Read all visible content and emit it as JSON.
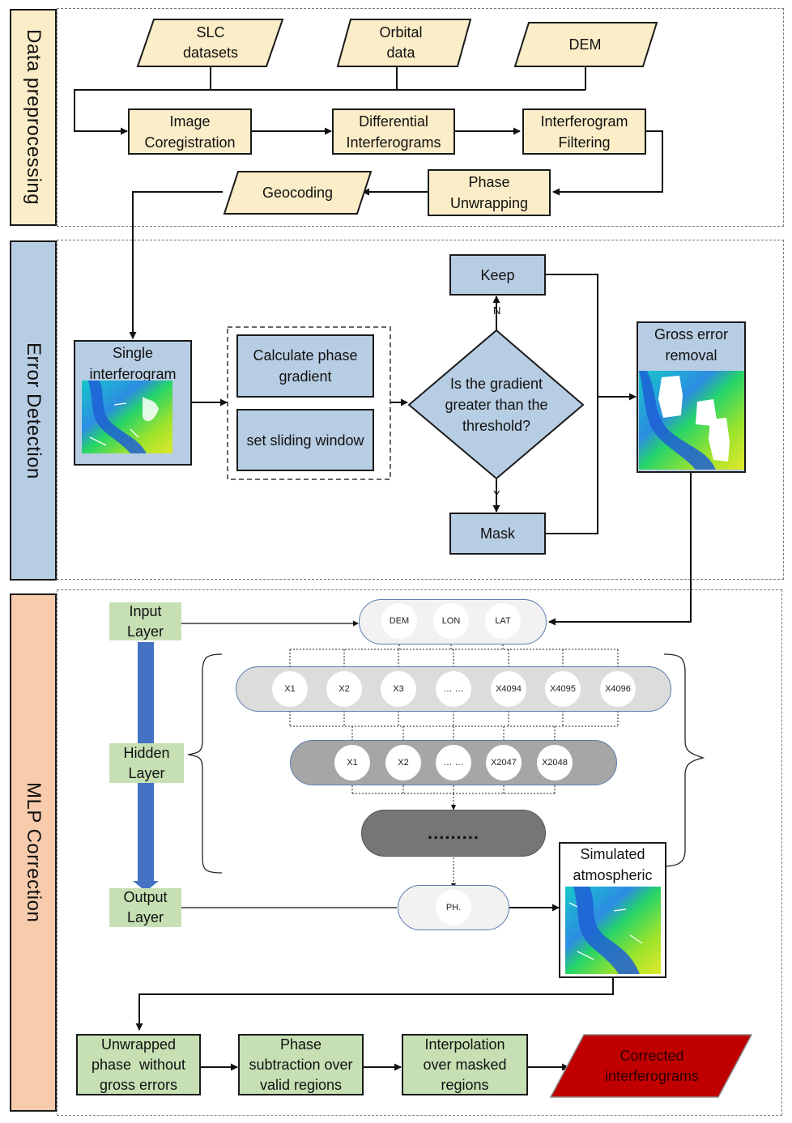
{
  "sections": {
    "preprocessing": "Data preprocessing",
    "error_detection": "Error Detection",
    "mlp_correction": "MLP Correction"
  },
  "inputs": {
    "slc": [
      "SLC",
      "datasets"
    ],
    "orbital": [
      "Orbital",
      "data"
    ],
    "dem": "DEM"
  },
  "prep_steps": {
    "coreg": [
      "Image",
      "Coregistration"
    ],
    "diff": [
      "Differential",
      "Interferograms"
    ],
    "filter": [
      "Interferogram",
      "Filtering"
    ],
    "unwrap": [
      "Phase",
      "Unwrapping"
    ],
    "geocoding": "Geocoding"
  },
  "error_steps": {
    "single": [
      "Single",
      "interferogram"
    ],
    "gradient": [
      "Calculate phase",
      "gradient"
    ],
    "window": "set sliding window",
    "decision": [
      "Is the gradient",
      "greater than the",
      "threshold?"
    ],
    "keep": "Keep",
    "mask": "Mask",
    "no": "N",
    "yes": "Y",
    "gross": [
      "Gross error",
      "removal"
    ]
  },
  "mlp": {
    "input_layer": [
      "Input",
      "Layer"
    ],
    "hidden_layer": [
      "Hidden",
      "Layer"
    ],
    "output_layer": [
      "Output",
      "Layer"
    ],
    "input_nodes": [
      "DEM",
      "LON",
      "LAT"
    ],
    "hidden1_nodes": [
      "X1",
      "X2",
      "X3",
      "… …",
      "X4094",
      "X4095",
      "X4096"
    ],
    "hidden2_nodes": [
      "X1",
      "X2",
      "… …",
      "X2047",
      "X2048"
    ],
    "hidden_more": ".........",
    "output_node": "PH.",
    "simulated": [
      "Simulated",
      "atmospheric"
    ]
  },
  "final_steps": {
    "unwrapped": [
      "Unwrapped",
      "phase  without",
      "gross errors"
    ],
    "subtraction": [
      "Phase",
      "subtraction over",
      "valid regions"
    ],
    "interpolation": [
      "Interpolation",
      "over masked",
      "regions"
    ],
    "corrected": [
      "Corrected",
      "interferograms"
    ]
  },
  "colors": {
    "preprocessing": "#fbedc7",
    "detection": "#b7cde3",
    "correction": "#f8cbad",
    "mlp_green": "#c6e0b4",
    "corrected": "#c00000",
    "big_arrow": "#4472c4"
  }
}
